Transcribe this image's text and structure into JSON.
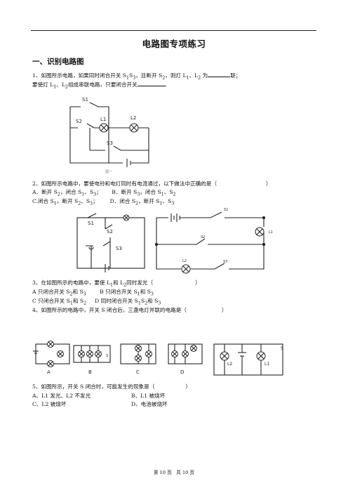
{
  "title": "电路图专项练习",
  "section1": "一、识别电路图",
  "q1": {
    "line1_a": "1、如图所示电路，如果同时闭合开关 S",
    "line1_b": "S",
    "line1_c": "，且断开 S",
    "line1_d": "，则灯 L",
    "line1_e": "、L",
    "line1_f": " 为",
    "line1_g": "联；",
    "line2_a": "要使灯 L",
    "line2_b": "、L",
    "line2_c": "组成串联电路，只要闭合开关",
    "line2_d": ".",
    "sub1": "1",
    "sub3": "3",
    "sub2": "2",
    "fig_labels": [
      "S1",
      "S2",
      "L1",
      "L2",
      "S3"
    ],
    "fig_caption": "图一"
  },
  "q2": {
    "stem": "2、如图所示电路中，要使电铃和电灯同时有电流通过，以下做法中正确的是（",
    "stem_end": "）",
    "optA": "A．断开 S",
    "optA2": "，闭合 S",
    "optA3": "、S",
    "optA4": "；",
    "optB": "B．断开 S",
    "optB2": "，闭合 S",
    "optB3": "、S",
    "optC": "C.闭合 S",
    "optC2": "，断开 S",
    "optC3": "、S",
    "optC4": "；",
    "optD": "D．闭合 S",
    "optD2": "，断开 S",
    "optD3": "、S",
    "subs": [
      "2",
      "1",
      "3",
      "3",
      "1",
      "2",
      "1",
      "2",
      "3",
      "2",
      "1",
      "3"
    ],
    "fig_labels_left": [
      "S1",
      "S2",
      "S3"
    ],
    "fig_labels_right": [
      "S1",
      "S2",
      "S3",
      "L1",
      "L2"
    ]
  },
  "q3": {
    "stem": "3、在如图所示的电路中，要使 L",
    "stem2": "和 L",
    "stem3": "同时发光（",
    "stem_end": "）",
    "optA": "A 只闭合开关 S",
    "optA2": "和 S",
    "optB": "B 只闭合开关 S",
    "optB2": "和 S",
    "optC": "C 只闭合开关 S",
    "optC2": "和 S",
    "optD": "D 同时闭合开关 S",
    "optD2": "S",
    "optD3": "和 S"
  },
  "q4": {
    "stem": "4、如图所示的电路中，开关 S 闭合后，三盏电灯并联的电路是（",
    "stem_end": "）",
    "fig_labels": [
      "A",
      "B",
      "C",
      "D"
    ],
    "fig_switch": "S",
    "q5_labels": [
      "L2",
      "L1",
      "S"
    ]
  },
  "q5": {
    "stem": "5、如图所示，开关 S 闭合时，可能发生的现象是（",
    "stem_end": "）",
    "optA": "A、L1 发光、L2 不发光",
    "optB": "B、L1 被烧坏",
    "optC": "C、L2 被烧坏",
    "optD": "D、电池被烧坏"
  },
  "footer": "第 10 页　共 10 页"
}
